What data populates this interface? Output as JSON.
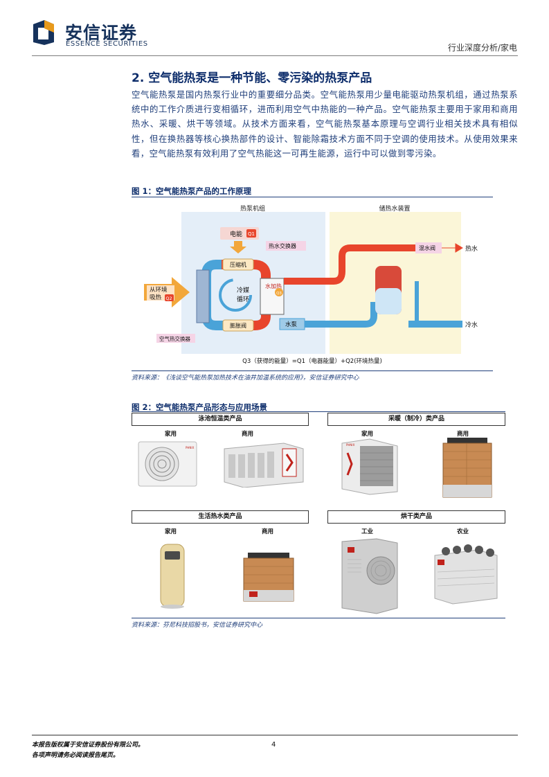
{
  "header": {
    "logo_cn": "安信证券",
    "logo_en": "ESSENCE SECURITIES",
    "category": "行业深度分析/家电"
  },
  "section": {
    "title": "2. 空气能热泵是一种节能、零污染的热泵产品",
    "paragraph": "空气能热泵是国内热泵行业中的重要细分品类。空气能热泵用少量电能驱动热泵机组，通过热泵系统中的工作介质进行变相循环，进而利用空气中热能的一种产品。空气能热泵主要用于家用和商用热水、采暖、烘干等领域。从技术方面来看，空气能热泵基本原理与空调行业相关技术具有相似性，但在换热器等核心换热部件的设计、智能除霜技术方面不同于空调的使用技术。从使用效果来看，空气能热泵有效利用了空气热能这一可再生能源，运行中可以做到零污染。"
  },
  "figure1": {
    "title": "图 1：空气能热泵产品的工作原理",
    "source": "资料来源：《浅谈空气能热泵加热技术在油井加温系统的应用》，安信证券研究中心",
    "labels": {
      "heat_pump_unit": "热泵机组",
      "storage_device": "储热水装置",
      "electric_energy": "电能",
      "q1": "Q1",
      "water_exchanger": "热水交换器",
      "compressor": "压缩机",
      "refrigerant": "冷媒",
      "cycle": "循环",
      "water_heating": "水加热",
      "q3": "Q3",
      "ambient_heat_1": "从环境",
      "ambient_heat_2": "吸热",
      "q2": "Q2",
      "expansion_valve": "膨胀阀",
      "air_exchanger": "空气热交换器",
      "water_pump": "水泵",
      "mixing_valve": "混水阀",
      "hot_water": "热水",
      "cold_water": "冷水",
      "formula": "Q3（获得的能量）=Q1（电器能量）+Q2(环境热量)"
    }
  },
  "figure2": {
    "title": "图 2：空气能热泵产品形态与应用场景",
    "source": "资料来源：芬尼科技招股书，安信证券研究中心",
    "categories": [
      {
        "label": "泳池恒温类产品",
        "sub": [
          "家用",
          "商用"
        ]
      },
      {
        "label": "采暖（制冷）类产品",
        "sub": [
          "家用",
          "商用"
        ]
      },
      {
        "label": "生活热水类产品",
        "sub": [
          "家用",
          "商用"
        ]
      },
      {
        "label": "烘干类产品",
        "sub": [
          "工业",
          "农业"
        ]
      }
    ],
    "brand_mark": "PHNIX"
  },
  "footer": {
    "line1": "本报告版权属于安信证券股份有限公司。",
    "line2": "各项声明请务必阅读报告尾页。",
    "page": "4"
  },
  "colors": {
    "navy": "#0d2d6b",
    "hot_red": "#e8452c",
    "cool_blue": "#4aa3d8",
    "storage_bg": "#fbf6d8",
    "unit_bg": "#e4eef8"
  }
}
